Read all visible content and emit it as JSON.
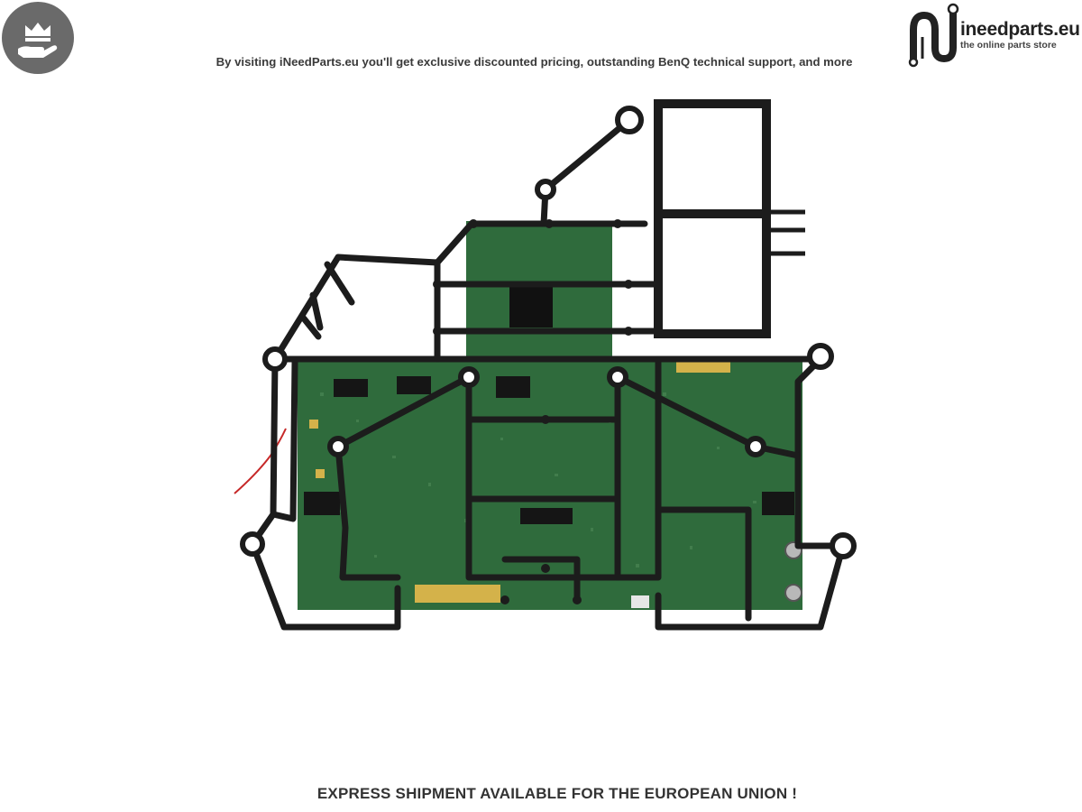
{
  "header": {
    "tagline": "By visiting iNeedParts.eu you'll get exclusive discounted pricing, outstanding BenQ technical support, and more",
    "badge_icon": "crown-hand-icon",
    "logo": {
      "brand": "ineedparts.eu",
      "sub": "the online parts store",
      "icon": "cable-plug-icon"
    }
  },
  "product": {
    "image": "circuit-board-with-frame"
  },
  "footer": {
    "text": "EXPRESS SHIPMENT AVAILABLE FOR THE EUROPEAN UNION !"
  },
  "colors": {
    "badge_bg": "#6a6a6a",
    "pcb_green": "#2f6b3c",
    "frame_black": "#1c1c1c",
    "text": "#333333"
  }
}
